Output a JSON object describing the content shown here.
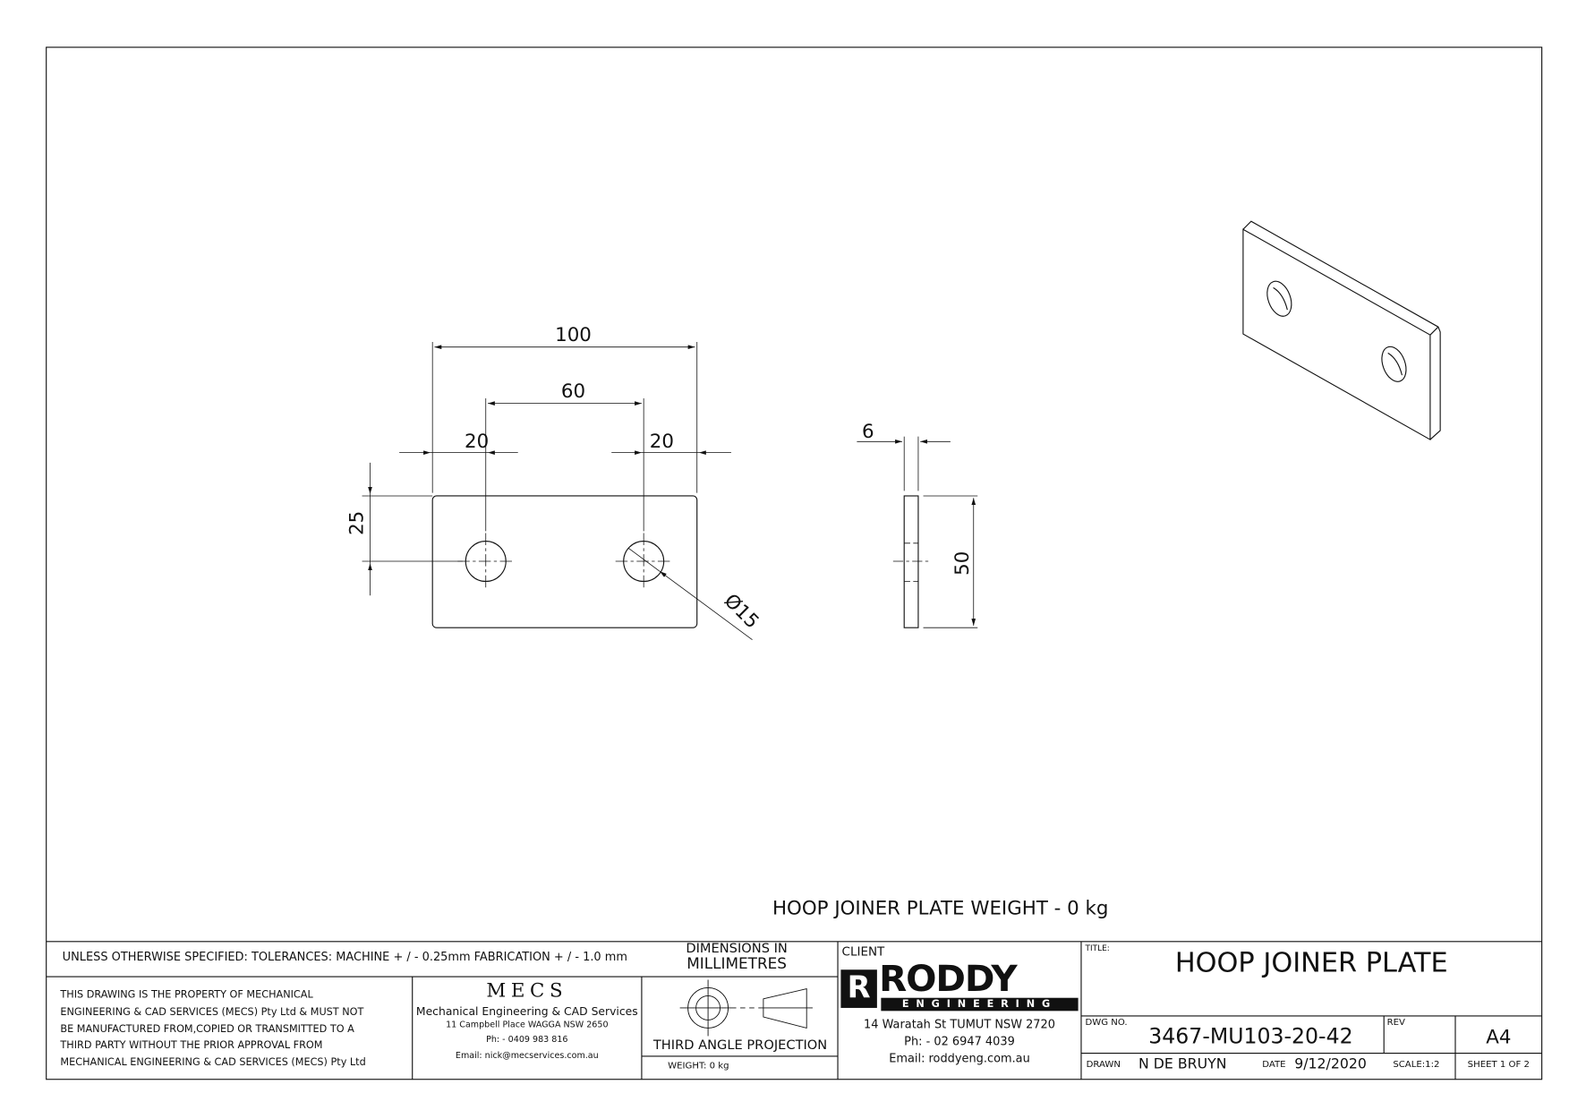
{
  "drawing": {
    "dimensions": {
      "overall_length": "100",
      "hole_spacing": "60",
      "left_edge_offset": "20",
      "right_edge_offset": "20",
      "hole_height": "25",
      "hole_diameter": "Ø15",
      "thickness": "6",
      "width": "50"
    },
    "weight_note": "HOOP JOINER PLATE WEIGHT -     0 kg"
  },
  "title_block": {
    "tolerances": "UNLESS OTHERWISE SPECIFIED: TOLERANCES: MACHINE + / - 0.25mm  FABRICATION + / - 1.0 mm",
    "dimensions_in_line1": "DIMENSIONS IN",
    "dimensions_in_line2": "MILLIMETRES",
    "disclaimer": [
      "THIS DRAWING IS THE PROPERTY OF MECHANICAL",
      "ENGINEERING & CAD SERVICES (MECS) Pty Ltd & MUST NOT",
      "BE MANUFACTURED FROM,COPIED OR TRANSMITTED TO A",
      "THIRD PARTY WITHOUT THE PRIOR APPROVAL FROM",
      "MECHANICAL ENGINEERING & CAD SERVICES (MECS) Pty Ltd"
    ],
    "mecs": {
      "logo": "MECS",
      "name": "Mechanical Engineering & CAD Services",
      "address": "11 Campbell Place WAGGA NSW 2650",
      "phone": "Ph: - 0409 983 816",
      "email": "Email: nick@mecservices.com.au"
    },
    "projection": "THIRD ANGLE PROJECTION",
    "weight": "WEIGHT: 0 kg",
    "client": {
      "label": "CLIENT",
      "logo_main": "RODDY",
      "logo_sub": "ENGINEERING",
      "logo_mark": "R",
      "address": "14 Waratah St TUMUT NSW 2720",
      "phone": "Ph: - 02 6947 4039",
      "email": "Email: roddyeng.com.au"
    },
    "title_label": "TITLE:",
    "title": "HOOP JOINER PLATE",
    "dwg_no_label": "DWG NO.",
    "dwg_no": "3467-MU103-20-42",
    "rev_label": "REV",
    "size": "A4",
    "drawn_label": "DRAWN",
    "drawn_by": "N DE BRUYN",
    "date_label": "DATE",
    "date": "9/12/2020",
    "scale": "SCALE:1:2",
    "sheet": "SHEET 1 OF 2"
  }
}
